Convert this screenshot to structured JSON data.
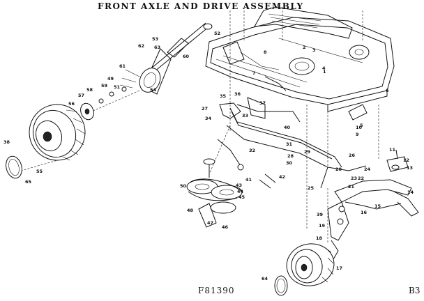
{
  "header": {
    "title": "FRONT AXLE AND DRIVE ASSEMBLY"
  },
  "footer": {
    "figure_number": "F81390",
    "page_code": "B3"
  },
  "callouts": [
    "1",
    "2",
    "3",
    "4",
    "5",
    "6",
    "7",
    "8",
    "9",
    "10",
    "11",
    "12",
    "13",
    "14",
    "15",
    "16",
    "17",
    "18",
    "19",
    "20",
    "21",
    "22",
    "23",
    "24",
    "25",
    "26",
    "27",
    "28",
    "29",
    "30",
    "31",
    "32",
    "33",
    "34",
    "35",
    "36",
    "37",
    "38",
    "39",
    "40",
    "41",
    "42",
    "43",
    "44",
    "45",
    "46",
    "47",
    "48",
    "49",
    "50",
    "51",
    "52",
    "53",
    "54",
    "55",
    "56",
    "57",
    "58",
    "59",
    "60",
    "61",
    "62",
    "63",
    "64",
    "65"
  ]
}
